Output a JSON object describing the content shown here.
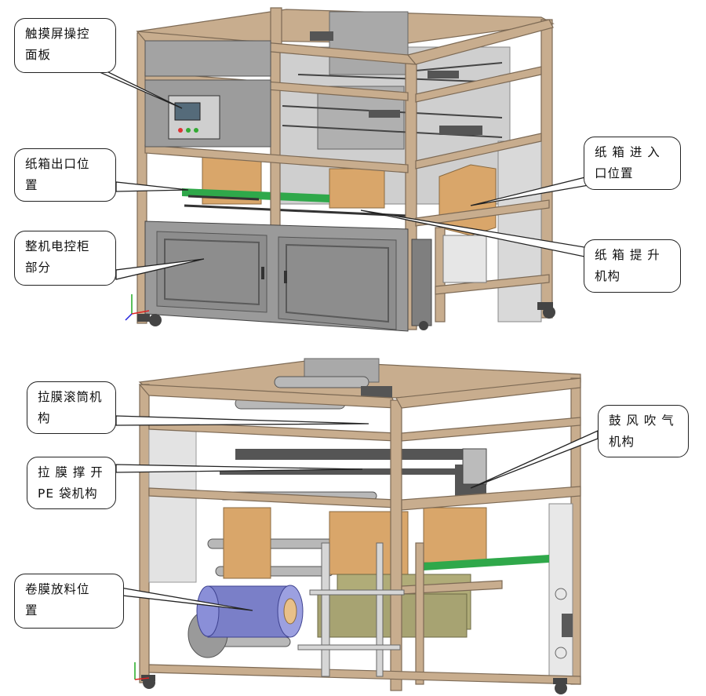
{
  "top_diagram": {
    "labels": [
      {
        "id": "touch-panel",
        "lines": [
          "触摸屏操控",
          "面板"
        ]
      },
      {
        "id": "box-exit",
        "lines": [
          "纸箱出口位",
          "置"
        ]
      },
      {
        "id": "electrical-cabinet",
        "lines": [
          "整机电控柜",
          "部分"
        ]
      },
      {
        "id": "box-entry",
        "lines": [
          "纸 箱 进 入",
          "口位置"
        ]
      },
      {
        "id": "box-lift",
        "lines": [
          "纸 箱 提 升",
          "机构"
        ]
      }
    ]
  },
  "bottom_diagram": {
    "labels": [
      {
        "id": "film-roller",
        "lines": [
          "拉膜滚筒机",
          "构"
        ]
      },
      {
        "id": "film-bag-opener",
        "lines": [
          "拉 膜 撑 开",
          "PE 袋机构"
        ]
      },
      {
        "id": "film-unwind",
        "lines": [
          "卷膜放料位",
          "置"
        ]
      },
      {
        "id": "air-blower",
        "lines": [
          "鼓 风 吹 气",
          "机构"
        ]
      }
    ]
  },
  "colors": {
    "frame": "#c8ad8e",
    "frame_dark": "#7d6a55",
    "panel": "#9a9a9a",
    "panel_dark": "#6f6f6f",
    "cardboard": "#d9a66a",
    "film_roll": "#7a7fc8",
    "green": "#2fa84a"
  }
}
